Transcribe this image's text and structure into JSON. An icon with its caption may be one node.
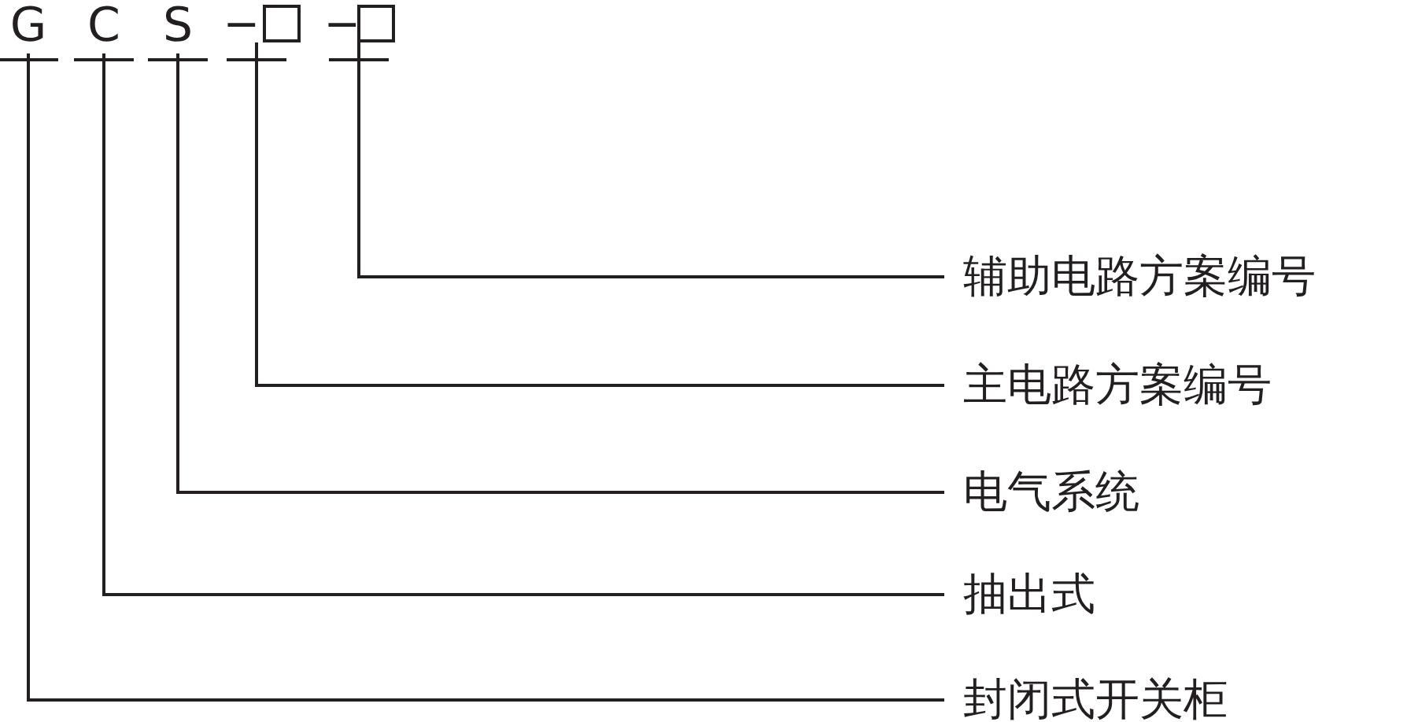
{
  "diagram": {
    "nodes": [
      {
        "text": [
          "G"
        ]
      },
      {
        "text": [
          "C"
        ]
      },
      {
        "text": [
          "S"
        ]
      },
      {
        "text": [],
        "shape": "box"
      },
      {
        "text": [],
        "shape": "box"
      },
      {
        "text": [
          "辅助电路方案编号"
        ]
      },
      {
        "text": [
          "主电路方案编号"
        ]
      },
      {
        "text": [
          "电气系统"
        ]
      },
      {
        "text": [
          "抽出式"
        ]
      },
      {
        "text": [
          "封闭式开关柜"
        ]
      }
    ],
    "edges": [
      {
        "from": 4,
        "to": 5,
        "arrow": "none"
      },
      {
        "from": 3,
        "to": 6,
        "arrow": "none"
      },
      {
        "from": 2,
        "to": 7,
        "arrow": "none"
      },
      {
        "from": 1,
        "to": 8,
        "arrow": "none"
      },
      {
        "from": 0,
        "to": 9,
        "arrow": "none"
      }
    ],
    "labels": [
      "-",
      "-"
    ]
  }
}
